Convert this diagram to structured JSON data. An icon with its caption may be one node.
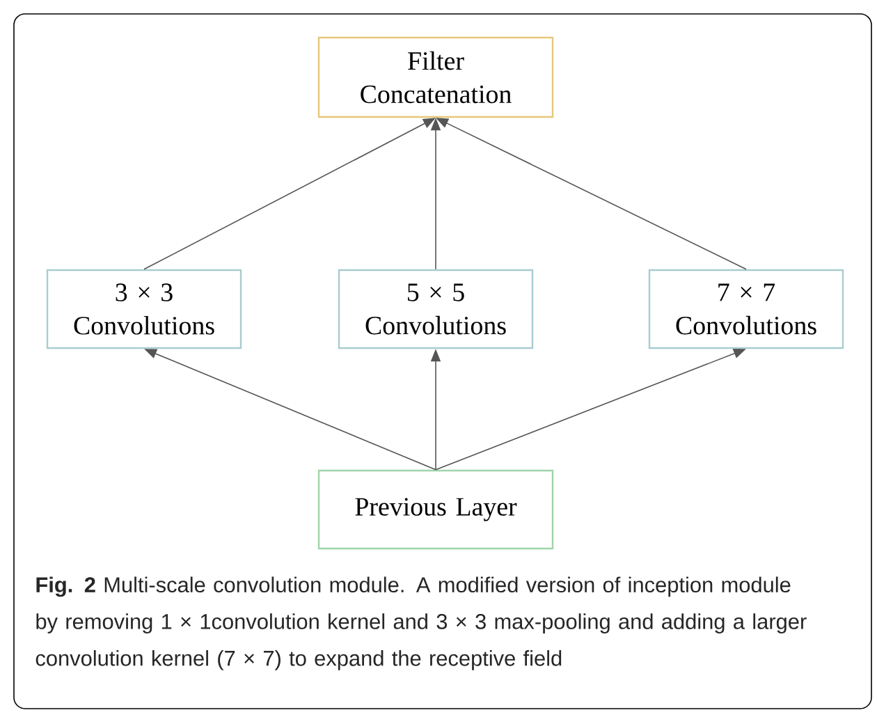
{
  "diagram": {
    "nodes": [
      {
        "text": [
          "Filter Concatenation"
        ]
      },
      {
        "text": [
          "3 × 3 Convolutions"
        ]
      },
      {
        "text": [
          "5 × 5 Convolutions"
        ]
      },
      {
        "text": [
          "7 × 7 Convolutions"
        ]
      },
      {
        "text": [
          "Previous Layer"
        ]
      }
    ],
    "edges": [
      {
        "from": 1,
        "to": 0,
        "arrow": "to"
      },
      {
        "from": 2,
        "to": 0,
        "arrow": "to"
      },
      {
        "from": 3,
        "to": 0,
        "arrow": "to"
      },
      {
        "from": 4,
        "to": 1,
        "arrow": "to"
      },
      {
        "from": 4,
        "to": 2,
        "arrow": "to"
      },
      {
        "from": 4,
        "to": 3,
        "arrow": "to"
      }
    ],
    "caption": "**Fig. 2**  Multi-scale convolution module. A modified version of inception module by removing 1 × 1convolution kernel and 3 × 3 max-pooling and adding a larger convolution kernel (7 × 7) to expand the receptive field"
  }
}
